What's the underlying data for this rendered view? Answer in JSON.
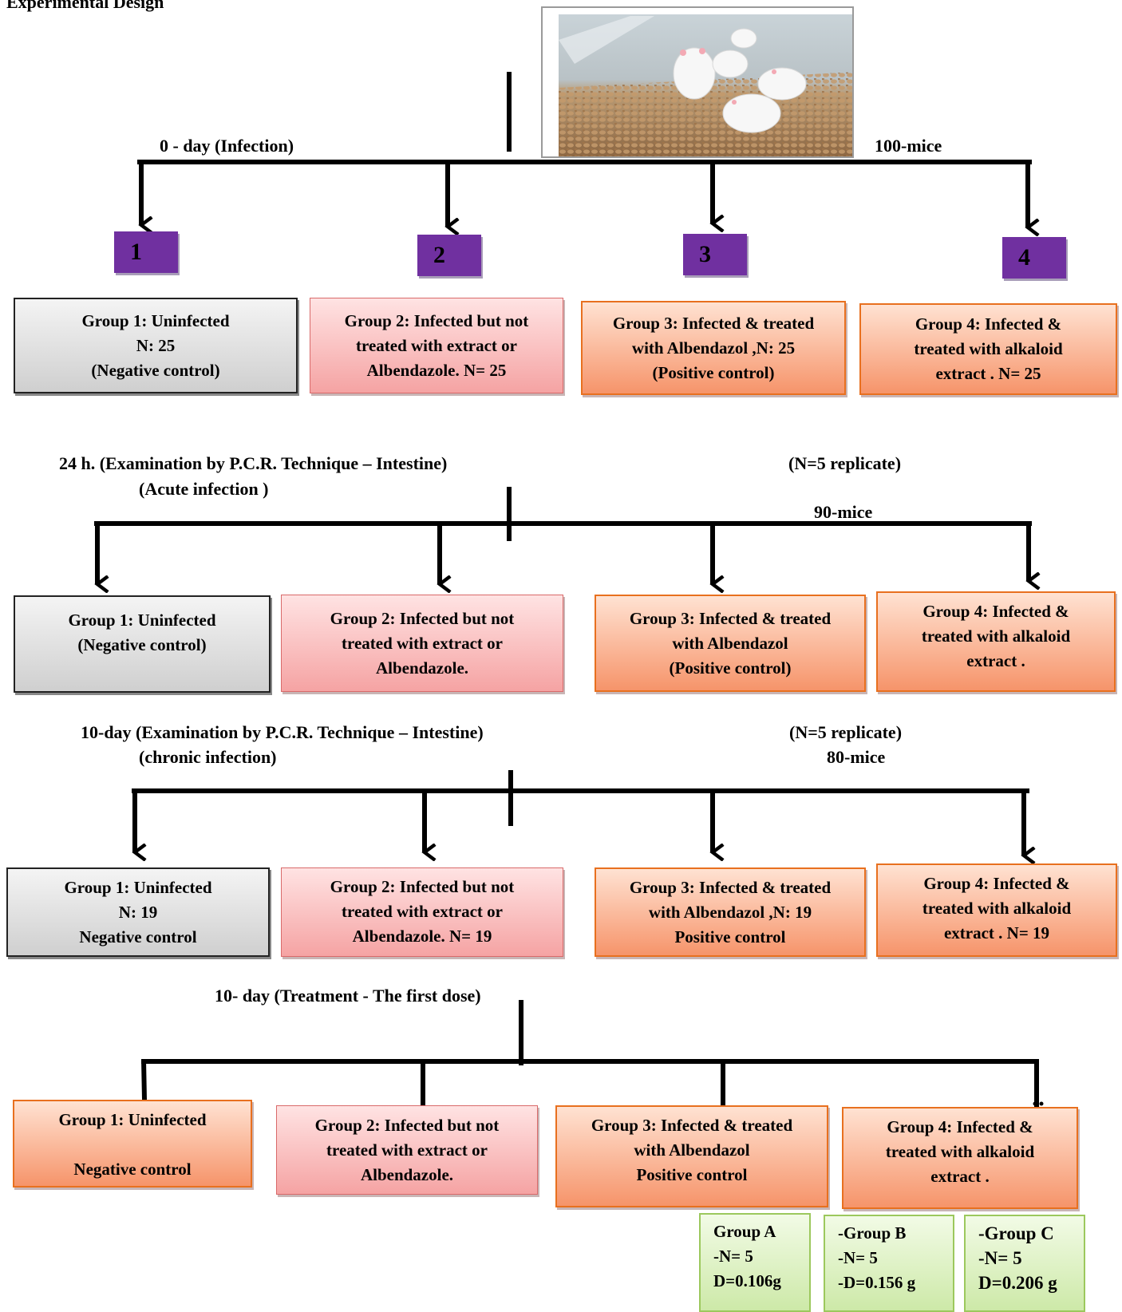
{
  "heading": "Experimental Design",
  "total_label": "100-mice",
  "stages": [
    {
      "title": "0 - day (Infection)",
      "numbers": [
        "1",
        "2",
        "3",
        "4"
      ],
      "groups": [
        [
          "Group 1: Uninfected",
          "N: 25",
          "(Negative control)"
        ],
        [
          "Group 2: Infected but not",
          "treated with extract or",
          "Albendazole.     N= 25"
        ],
        [
          "Group 3: Infected & treated",
          "with Albendazol ,N: 25",
          "(Positive control)"
        ],
        [
          "Group 4: Infected &",
          "treated with alkaloid",
          "extract .  N= 25"
        ]
      ]
    },
    {
      "title": "24 h. (Examination by P.C.R. Technique – Intestine)",
      "subtitle": "(Acute infection )",
      "replicate": "(N=5 replicate)",
      "mice": "90-mice",
      "groups": [
        [
          "Group 1: Uninfected",
          "(Negative control)"
        ],
        [
          "Group 2: Infected but not",
          "treated with extract or",
          "Albendazole."
        ],
        [
          "Group 3: Infected & treated",
          "with Albendazol",
          "(Positive control)"
        ],
        [
          "Group 4: Infected &",
          "treated with alkaloid",
          "extract ."
        ]
      ]
    },
    {
      "title": "10-day (Examination by P.C.R. Technique – Intestine)",
      "subtitle": "(chronic infection)",
      "replicate": "(N=5 replicate)",
      "mice": "80-mice",
      "groups": [
        [
          "Group 1: Uninfected",
          "N: 19",
          "Negative control"
        ],
        [
          "Group 2: Infected but not",
          "treated with extract or",
          "Albendazole.     N= 19"
        ],
        [
          "Group 3: Infected & treated",
          "with Albendazol ,N: 19",
          "Positive control"
        ],
        [
          "Group 4: Infected &",
          "treated with alkaloid",
          "extract .  N= 19"
        ]
      ]
    },
    {
      "title": "10- day (Treatment - The first dose)",
      "groups": [
        [
          "Group 1: Uninfected",
          "",
          "Negative control"
        ],
        [
          "Group 2: Infected but not",
          "treated with extract or",
          "Albendazole."
        ],
        [
          "Group 3: Infected & treated",
          "with Albendazol",
          "Positive control"
        ],
        [
          "Group 4: Infected &",
          "treated with alkaloid",
          "extract ."
        ]
      ],
      "subgroups": [
        [
          "Group A",
          "-N= 5",
          "D=0.106g"
        ],
        [
          "-Group B",
          "-N= 5",
          "-D=0.156 g"
        ],
        [
          "-Group C",
          "-N= 5",
          "D=0.206 g"
        ]
      ]
    }
  ],
  "colors": {
    "number_box": "#7030a0",
    "gray_box": "#d9d9d9",
    "pink_box": "#f8b4b4",
    "orange_box": "#f7a27c",
    "green_box": "#d8efb9"
  },
  "image": "laboratory-mice-photo"
}
